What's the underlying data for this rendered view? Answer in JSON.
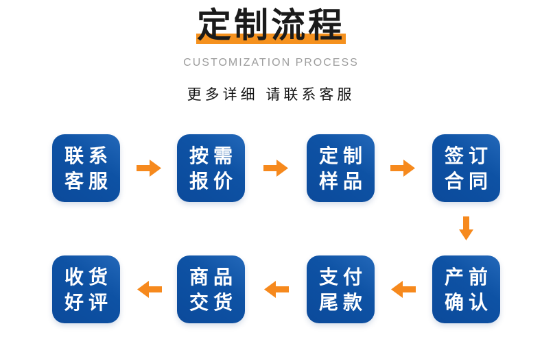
{
  "header": {
    "title": "定制流程",
    "subtitle": "CUSTOMIZATION PROCESS",
    "note": "更多详细 请联系客服"
  },
  "flow": {
    "steps": [
      {
        "id": "contact-service",
        "line1": "联系",
        "line2": "客服"
      },
      {
        "id": "quote-on-demand",
        "line1": "按需",
        "line2": "报价"
      },
      {
        "id": "custom-sample",
        "line1": "定制",
        "line2": "样品"
      },
      {
        "id": "sign-contract",
        "line1": "签订",
        "line2": "合同"
      },
      {
        "id": "preproduction-confirm",
        "line1": "产前",
        "line2": "确认"
      },
      {
        "id": "pay-balance",
        "line1": "支付",
        "line2": "尾款"
      },
      {
        "id": "goods-delivery",
        "line1": "商品",
        "line2": "交货"
      },
      {
        "id": "receive-review",
        "line1": "收货",
        "line2": "好评"
      }
    ]
  },
  "colors": {
    "accent_orange": "#F6891D",
    "title_highlight": "#F5911E",
    "box_blue_light": "#2368B9",
    "box_blue_dark": "#0B4A9B",
    "title_black": "#1B1B1B",
    "subtitle_gray": "#9D9D9D"
  }
}
